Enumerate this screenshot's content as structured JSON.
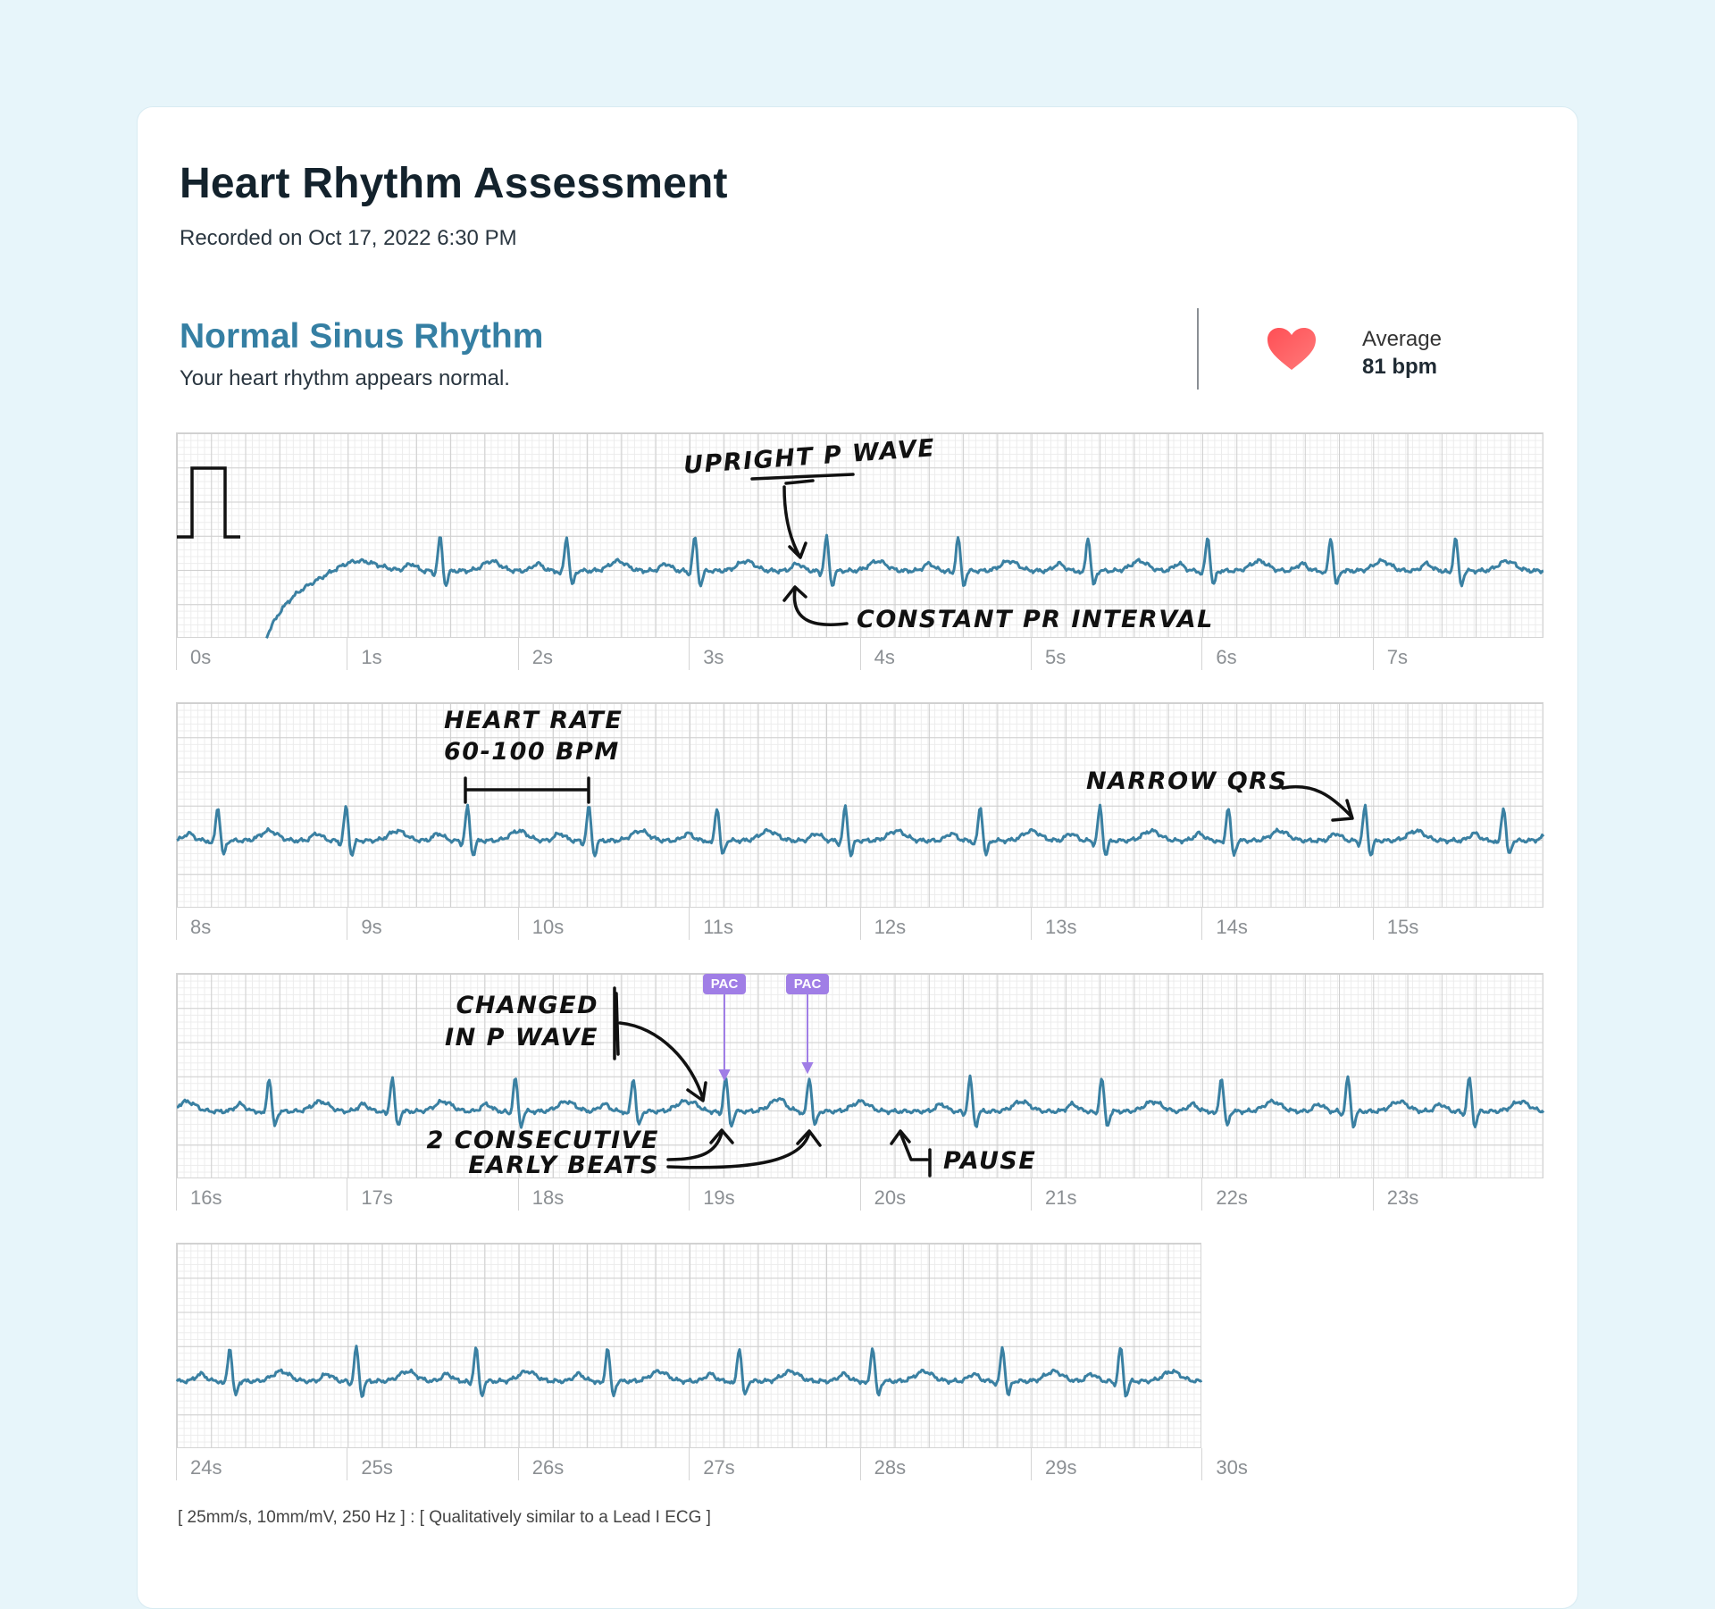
{
  "header": {
    "title": "Heart Rhythm Assessment",
    "recorded": "Recorded on Oct 17, 2022 6:30 PM"
  },
  "result": {
    "classification": "Normal Sinus Rhythm",
    "description": "Your heart rhythm appears normal.",
    "average_label": "Average",
    "average_value": "81 bpm",
    "heart_icon": "heart-icon",
    "heart_color": "#ff5a5f"
  },
  "footnote": "[ 25mm/s, 10mm/mV, 250 Hz ] : [ Qualitatively similar to a Lead I ECG ]",
  "annotations": {
    "upright_p_wave": "UPRIGHT P WAVE",
    "constant_pr": "CONSTANT PR INTERVAL",
    "heart_rate_1": "HEART RATE",
    "heart_rate_2": "60-100 BPM",
    "narrow_qrs": "NARROW QRS",
    "changed_p_1": "CHANGED",
    "changed_p_2": "IN P WAVE",
    "pac_1": "PAC",
    "pac_2": "PAC",
    "pause": "PAUSE",
    "early_1": "2 CONSECUTIVE",
    "early_2": "EARLY BEATS"
  },
  "chart_data": {
    "type": "line",
    "title": "",
    "xlabel": "",
    "ylabel": "",
    "trace_color": "#3a80a2",
    "grid": true,
    "strips": [
      {
        "start": 0,
        "end": 8,
        "ticks": [
          "0s",
          "1s",
          "2s",
          "3s",
          "4s",
          "5s",
          "6s",
          "7s"
        ]
      },
      {
        "start": 8,
        "end": 16,
        "ticks": [
          "8s",
          "9s",
          "10s",
          "11s",
          "12s",
          "13s",
          "14s",
          "15s"
        ]
      },
      {
        "start": 16,
        "end": 24,
        "ticks": [
          "16s",
          "17s",
          "18s",
          "19s",
          "20s",
          "21s",
          "22s",
          "23s"
        ]
      },
      {
        "start": 24,
        "end": 30,
        "ticks": [
          "24s",
          "25s",
          "26s",
          "27s",
          "28s",
          "29s",
          "30s"
        ]
      }
    ],
    "beat_times_s": [
      1.54,
      2.28,
      3.03,
      3.8,
      4.57,
      5.33,
      6.03,
      6.75,
      7.48,
      8.24,
      8.99,
      9.7,
      10.41,
      11.16,
      11.91,
      12.7,
      13.4,
      14.15,
      14.95,
      15.76,
      16.54,
      17.26,
      17.98,
      18.67,
      19.21,
      19.7,
      20.64,
      21.41,
      22.11,
      22.85,
      23.56,
      24.31,
      25.05,
      25.75,
      26.52,
      27.29,
      28.07,
      28.83,
      29.52
    ],
    "pac_beat_times_s": [
      19.21,
      19.7
    ],
    "calibration_pulse": true
  }
}
